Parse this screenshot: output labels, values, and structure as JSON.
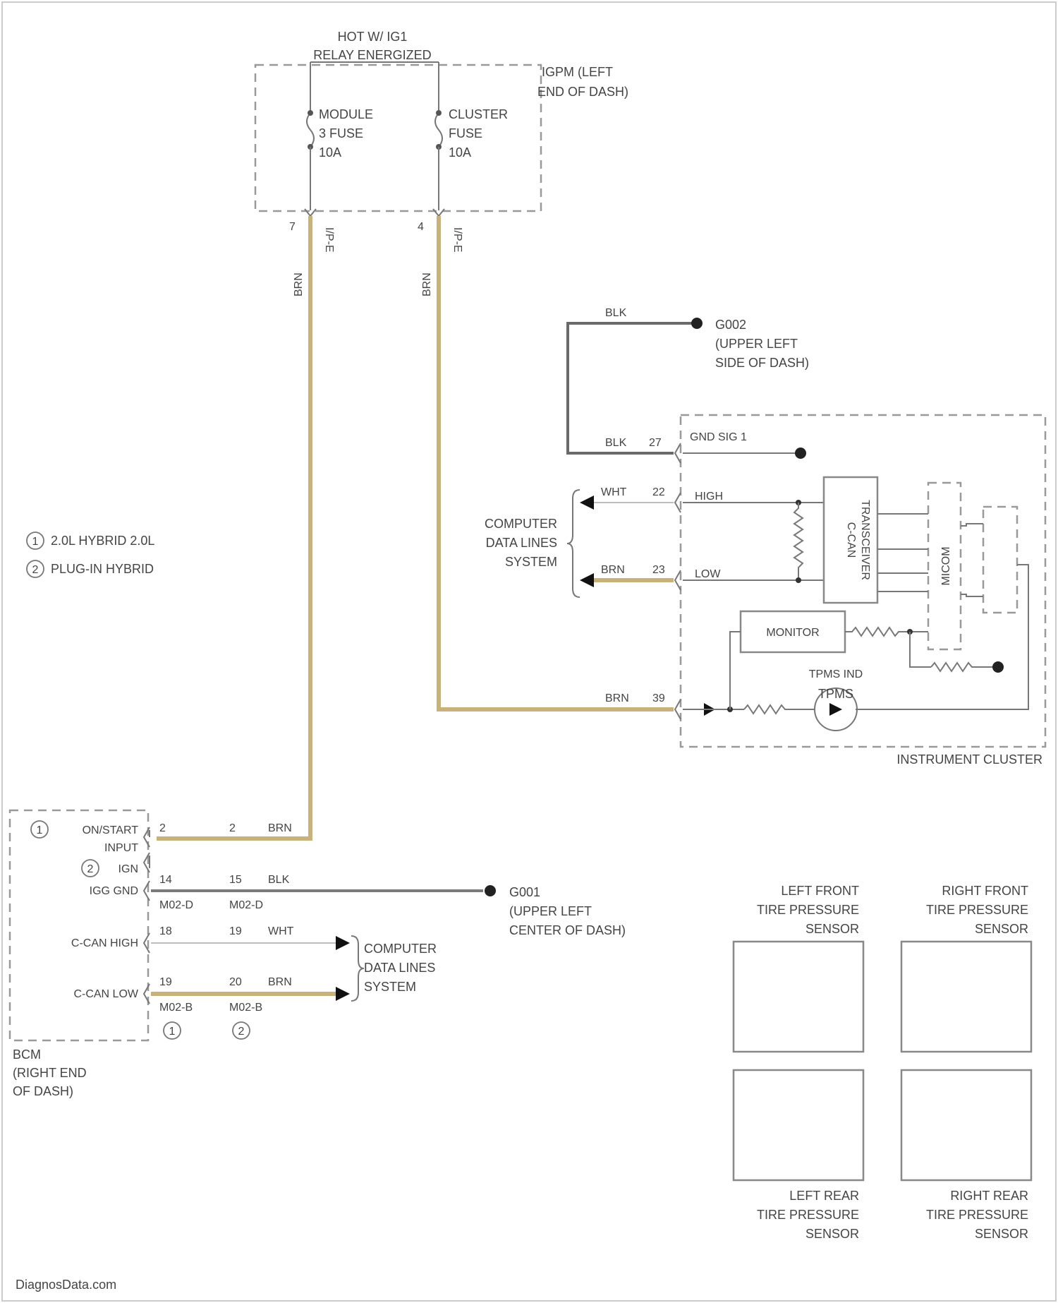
{
  "fuse_block": {
    "hot_label_1": "HOT W/ IG1",
    "hot_label_2": "RELAY ENERGIZED",
    "location_1": "IGPM (LEFT",
    "location_2": "END OF DASH)",
    "fuse1": [
      "MODULE",
      "3 FUSE",
      "10A"
    ],
    "fuse2": [
      "CLUSTER",
      "FUSE",
      "10A"
    ],
    "pin_left": "7",
    "pin_left_conn": "I/P-E",
    "pin_right": "4",
    "pin_right_conn": "I/P-E",
    "wire_left_color": "BRN",
    "wire_right_color": "BRN"
  },
  "ground_g002": {
    "wire_color": "BLK",
    "label": "G002",
    "loc_1": "(UPPER LEFT",
    "loc_2": "SIDE OF DASH)"
  },
  "instrument_cluster": {
    "name": "INSTRUMENT CLUSTER",
    "gnd_label": "GND SIG 1",
    "gnd_wire": "BLK",
    "gnd_pin": "27",
    "high_label": "HIGH",
    "high_wire": "WHT",
    "high_pin": "22",
    "low_label": "LOW",
    "low_wire": "BRN",
    "low_pin": "23",
    "transceiver": [
      "C-CAN",
      "TRANSCEIVER"
    ],
    "micom": "MICOM",
    "monitor": "MONITOR",
    "tpms_label": "TPMS IND",
    "tpms_symbol": "TPMS",
    "pwr_wire": "BRN",
    "pwr_pin": "39"
  },
  "cds_right": [
    "COMPUTER",
    "DATA LINES",
    "SYSTEM"
  ],
  "legend": [
    {
      "num": "1",
      "text": "2.0L HYBRID 2.0L"
    },
    {
      "num": "2",
      "text": "PLUG-IN HYBRID"
    }
  ],
  "bcm": {
    "loc": [
      "BCM",
      "(RIGHT END",
      "OF DASH)"
    ],
    "row_onstart": [
      "ON/START",
      "INPUT"
    ],
    "row_ign": "IGN",
    "row_gnd": "IGG GND",
    "row_high": "C-CAN HIGH",
    "row_low": "C-CAN LOW",
    "pins_onstart": [
      "2",
      "2"
    ],
    "wire_onstart": "BRN",
    "pins_gnd": [
      "14",
      "15"
    ],
    "wire_gnd": "BLK",
    "conn_gnd": [
      "M02-D",
      "M02-D"
    ],
    "pins_high": [
      "18",
      "19"
    ],
    "wire_high": "WHT",
    "pins_low": [
      "19",
      "20"
    ],
    "wire_low": "BRN",
    "conn_low": [
      "M02-B",
      "M02-B"
    ],
    "circ_1": "1",
    "circ_2": "2"
  },
  "ground_g001": {
    "label": "G001",
    "loc_1": "(UPPER LEFT",
    "loc_2": "CENTER OF DASH)"
  },
  "cds_bottom": [
    "COMPUTER",
    "DATA LINES",
    "SYSTEM"
  ],
  "sensors": {
    "lf": [
      "LEFT FRONT",
      "TIRE PRESSURE",
      "SENSOR"
    ],
    "rf": [
      "RIGHT FRONT",
      "TIRE PRESSURE",
      "SENSOR"
    ],
    "lr": [
      "LEFT REAR",
      "TIRE PRESSURE",
      "SENSOR"
    ],
    "rr": [
      "RIGHT REAR",
      "TIRE PRESSURE",
      "SENSOR"
    ]
  },
  "footer": "DiagnosData.com"
}
